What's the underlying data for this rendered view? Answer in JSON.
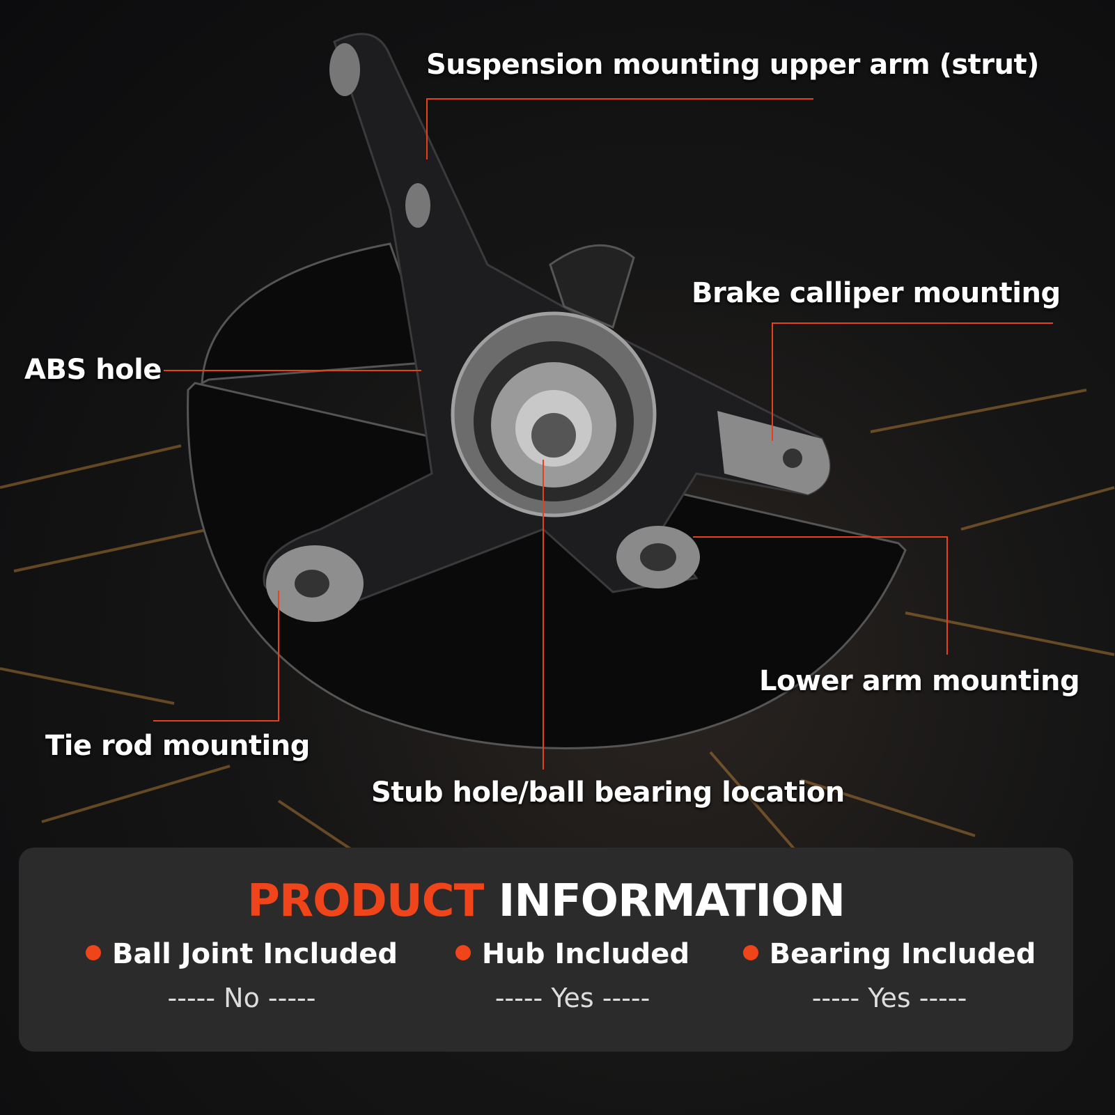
{
  "callouts": {
    "strut": "Suspension mounting upper arm (strut)",
    "brake": "Brake calliper mounting",
    "abs": "ABS hole",
    "lower_arm": "Lower arm mounting",
    "tie_rod": "Tie rod mounting",
    "stub": "Stub hole/ball bearing location"
  },
  "product_info": {
    "title_accent": "PRODUCT",
    "title_rest": "INFORMATION",
    "items": [
      {
        "label": "Ball Joint Included",
        "value": "----- No -----"
      },
      {
        "label": "Hub Included",
        "value": "----- Yes -----"
      },
      {
        "label": "Bearing Included",
        "value": "----- Yes -----"
      }
    ]
  },
  "colors": {
    "accent": "#f0441a",
    "panel": "#2b2b2b"
  }
}
